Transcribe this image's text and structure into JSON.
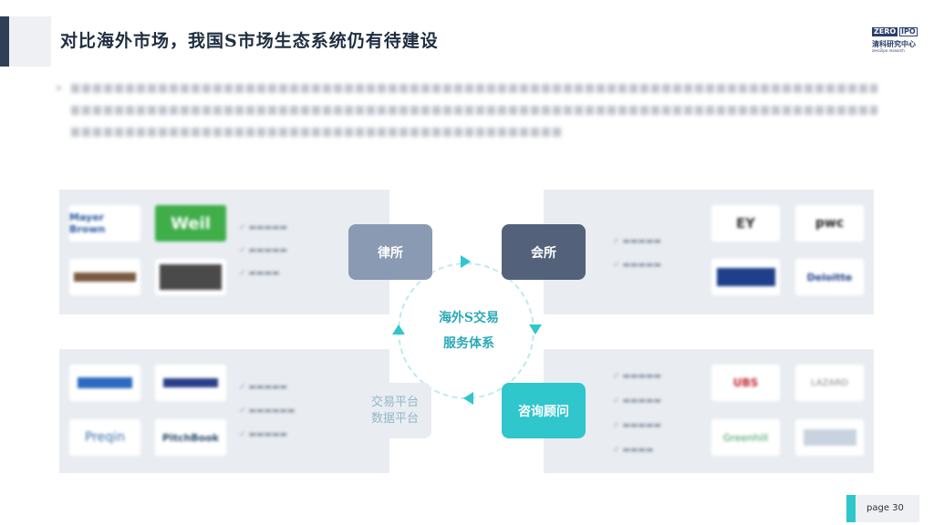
{
  "header": {
    "title": "对比海外市场，我国S市场生态系统仍有待建设",
    "logo": {
      "zero": "ZERO",
      "ipo": "IPO",
      "cn": "清科研究中心",
      "en": "zero2ipo research"
    }
  },
  "diagram": {
    "center_line1": "海外S交易",
    "center_line2": "服务体系",
    "law_label": "律所",
    "accounting_label": "会所",
    "data_line1": "交易平台",
    "data_line2": "数据平台",
    "consulting_label": "咨询顾问"
  },
  "logos": {
    "law": [
      "Mayer Brown",
      "Weil",
      "",
      ""
    ],
    "accounting": [
      "EY",
      "pwc",
      "",
      "Deloitte"
    ],
    "data": [
      "",
      "",
      "Preqin",
      "PitchBook"
    ],
    "consulting": [
      "UBS",
      "LAZARD",
      "Greenhill",
      ""
    ]
  },
  "footer": {
    "page": "page  30"
  },
  "colors": {
    "teal": "#2fc6cc",
    "navy": "#53627a",
    "slate": "#8a9ab3"
  }
}
